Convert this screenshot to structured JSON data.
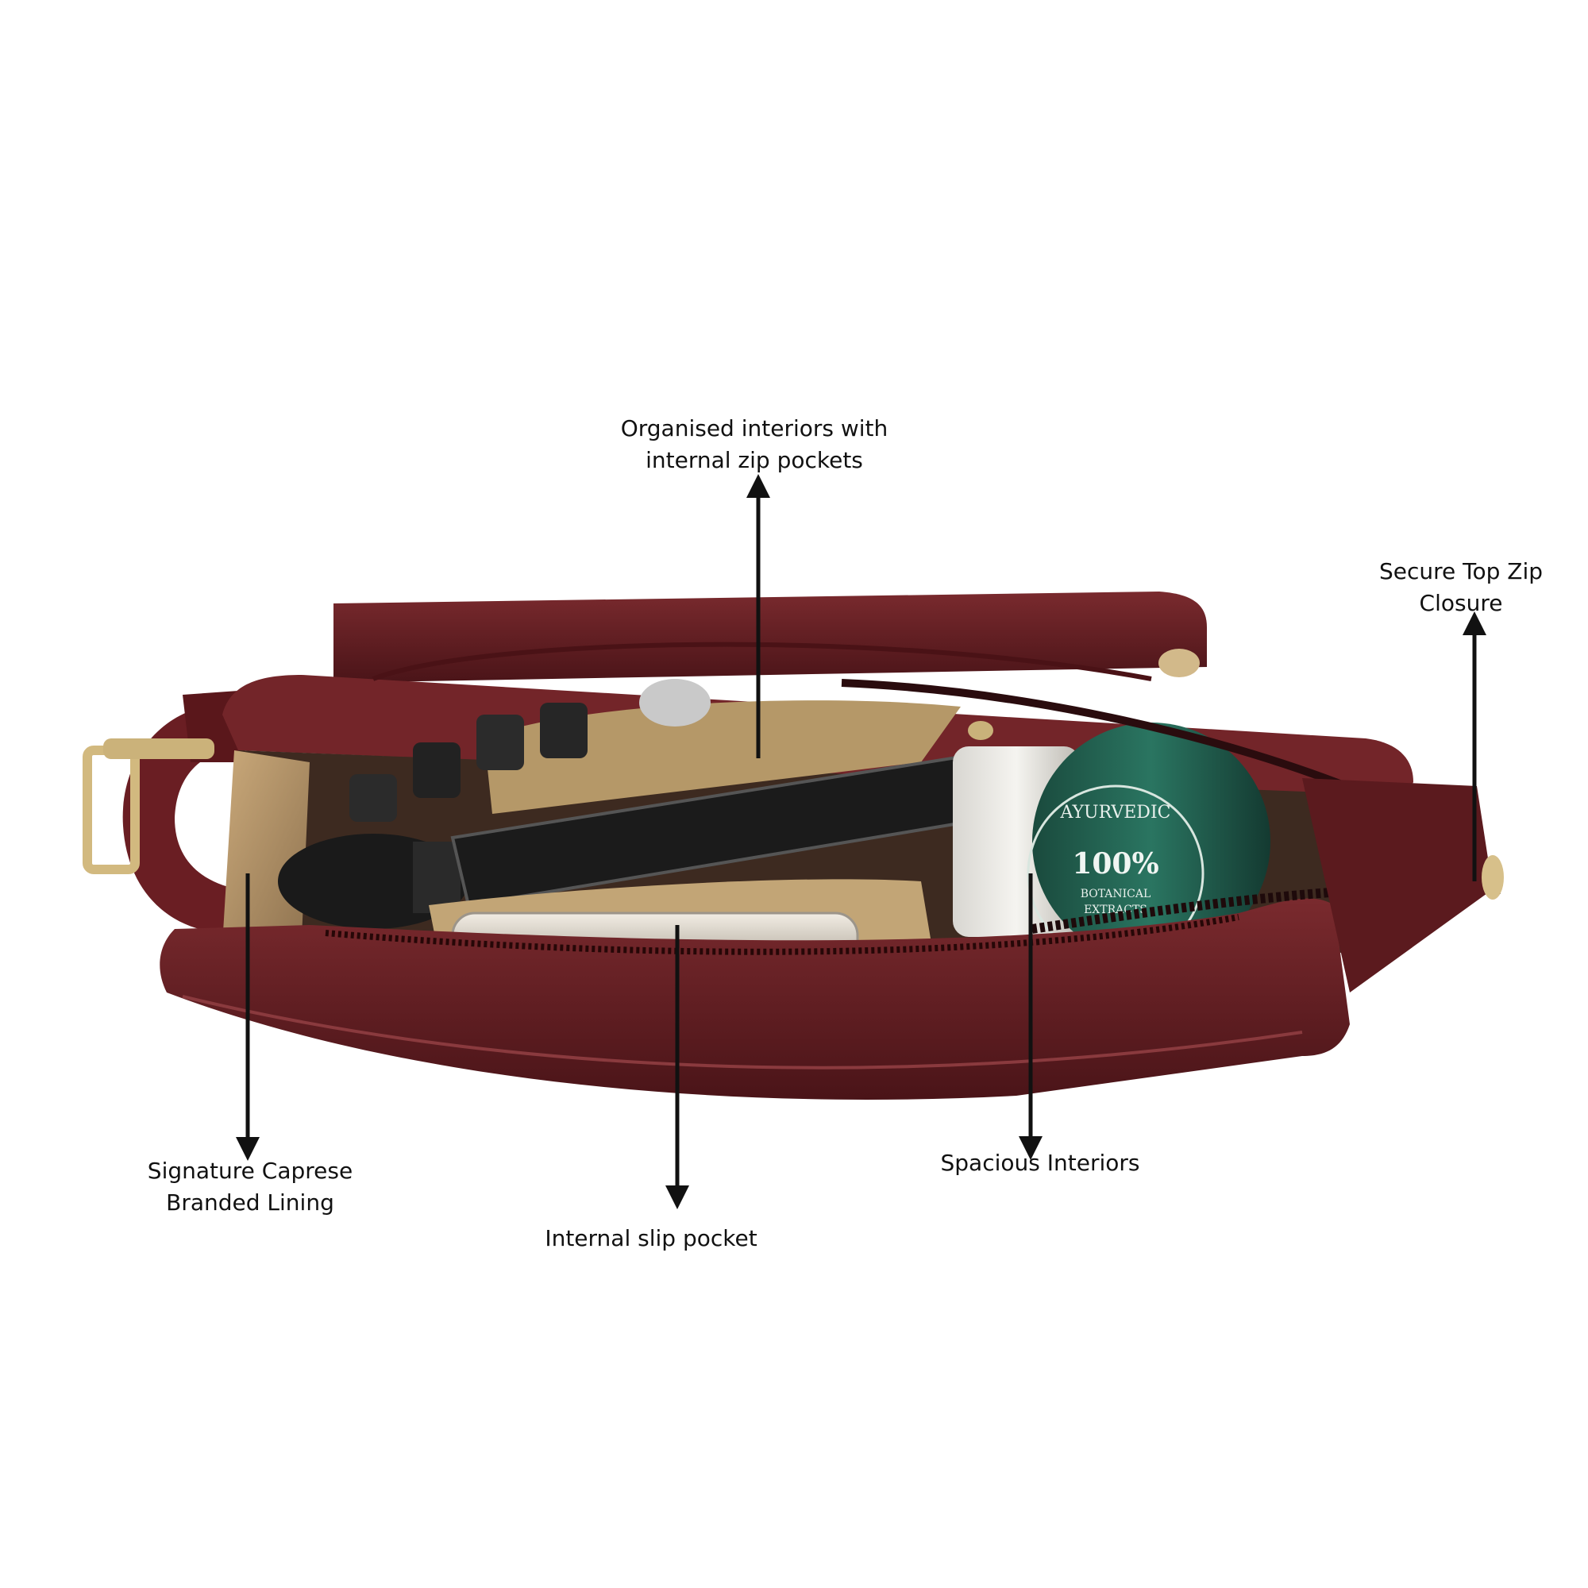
{
  "callouts": {
    "organised": {
      "line1": "Organised interiors with",
      "line2": "internal zip pockets"
    },
    "secure": {
      "line1": "Secure Top Zip",
      "line2": "Closure"
    },
    "signature": {
      "line1": "Signature Caprese",
      "line2": "Branded Lining"
    },
    "slip": {
      "line1": "Internal slip pocket"
    },
    "spacious": {
      "line1": "Spacious Interiors"
    }
  },
  "product_print": {
    "brand_word": "AYURVEDIC",
    "percent": "100%",
    "line1": "BOTANICAL",
    "line2": "EXTRACTS"
  },
  "colors": {
    "leather": "#6b1f24",
    "leather_dark": "#3e0e12",
    "lining": "#b79a6c",
    "jar": "#1f5a4a",
    "hardware": "#c9b27a"
  }
}
